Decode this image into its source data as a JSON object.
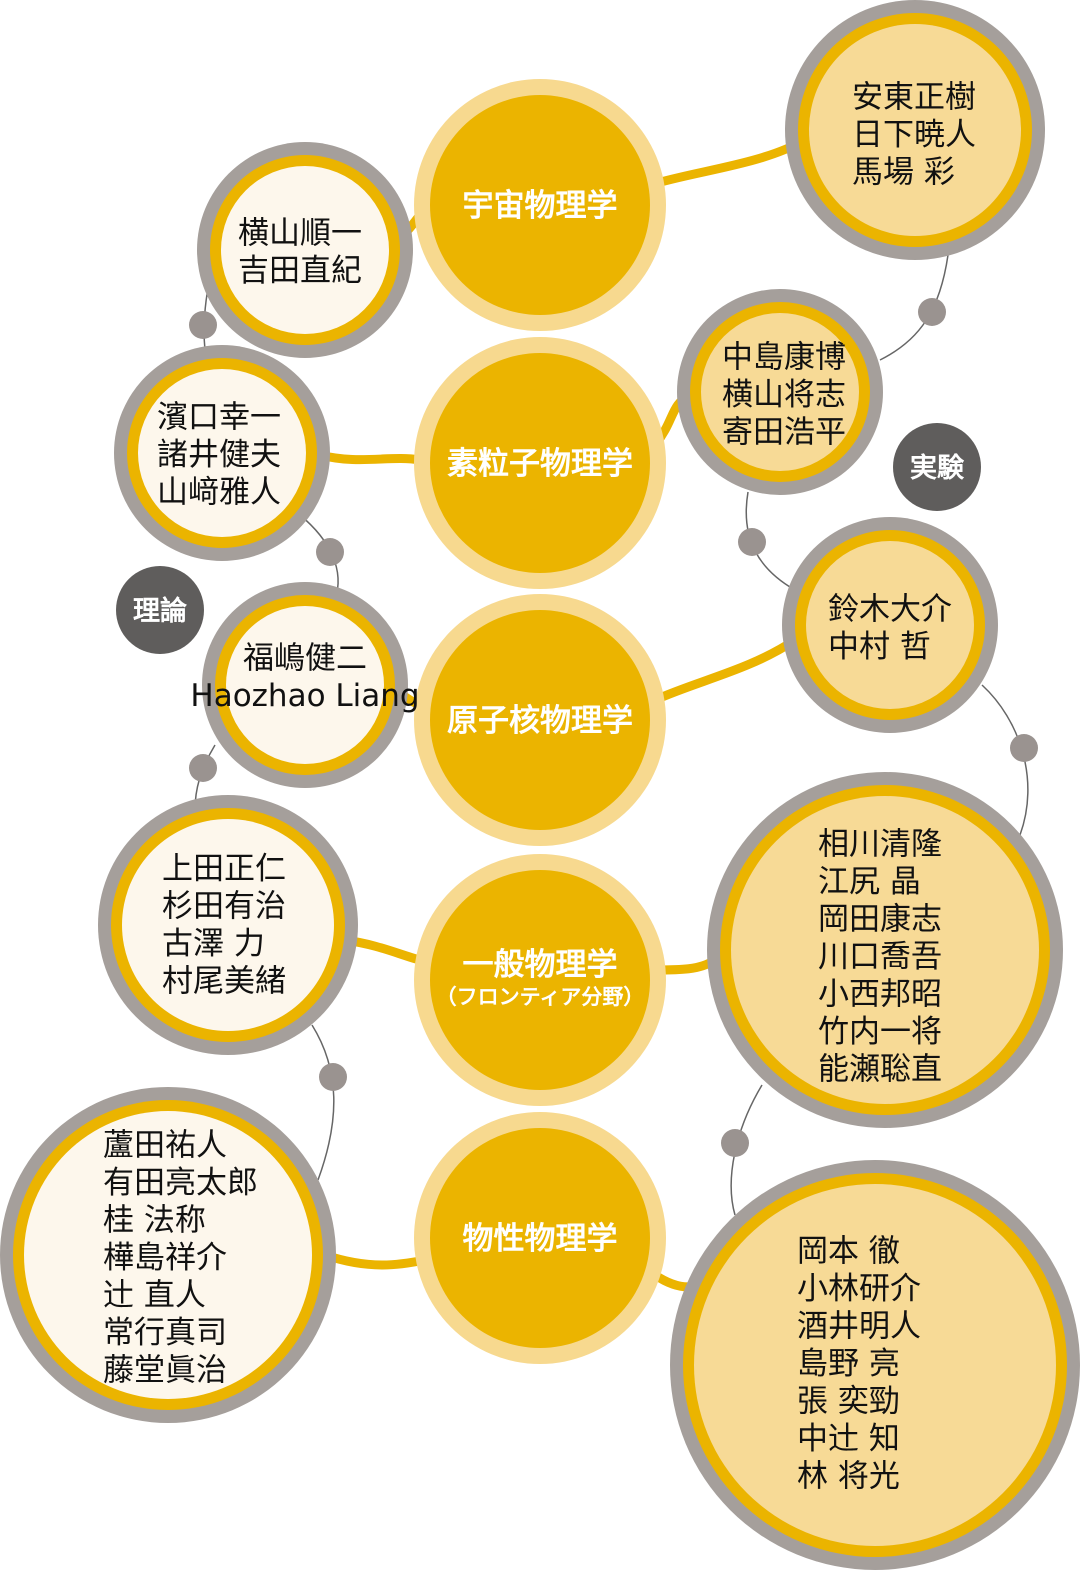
{
  "colors": {
    "gray_ring": "#a59f9b",
    "accent": "#ebb400",
    "halo": "#f7d98f",
    "theory_fill": "#fdf7ec",
    "experiment_fill": "#f7da96",
    "badge": "#5f5d5c",
    "dot": "#9a9390"
  },
  "badges": {
    "theory": "理論",
    "experiment": "実験"
  },
  "topics": [
    {
      "label": "宇宙物理学"
    },
    {
      "label": "素粒子物理学"
    },
    {
      "label": "原子核物理学"
    },
    {
      "label": "一般物理学",
      "sub": "（フロンティア分野）"
    },
    {
      "label": "物性物理学"
    }
  ],
  "theory": [
    {
      "members": [
        "横山順一",
        "吉田直紀"
      ]
    },
    {
      "members": [
        "濱口幸一",
        "諸井健夫",
        "山﨑雅人"
      ]
    },
    {
      "members": [
        "福嶋健二",
        "Haozhao Liang"
      ]
    },
    {
      "members": [
        "上田正仁",
        "杉田有治",
        "古澤 力",
        "村尾美緒"
      ]
    },
    {
      "members": [
        "蘆田祐人",
        "有田亮太郎",
        "桂 法称",
        "樺島祥介",
        "辻 直人",
        "常行真司",
        "藤堂眞治"
      ]
    }
  ],
  "experiment": [
    {
      "members": [
        "安東正樹",
        "日下暁人",
        "馬場 彩"
      ]
    },
    {
      "members": [
        "中島康博",
        "横山将志",
        "寄田浩平"
      ]
    },
    {
      "members": [
        "鈴木大介",
        "中村 哲"
      ]
    },
    {
      "members": [
        "相川清隆",
        "江尻 晶",
        "岡田康志",
        "川口喬吾",
        "小西邦昭",
        "竹内一将",
        "能瀬聡直"
      ]
    },
    {
      "members": [
        "岡本 徹",
        "小林研介",
        "酒井明人",
        "島野 亮",
        "張 奕勁",
        "中辻 知",
        "林 将光"
      ]
    }
  ]
}
